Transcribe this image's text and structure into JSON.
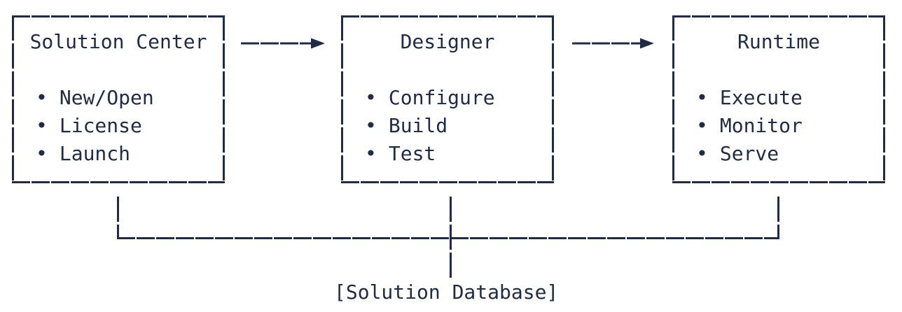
{
  "diagram": {
    "bullet": "•",
    "colors": {
      "ink": "#202c47",
      "background": "#ffffff"
    },
    "boxes": [
      {
        "title": "Solution Center",
        "items": [
          "New/Open",
          "License",
          "Launch"
        ]
      },
      {
        "title": "Designer",
        "items": [
          "Configure",
          "Build",
          "Test"
        ]
      },
      {
        "title": "Runtime",
        "items": [
          "Execute",
          "Monitor",
          "Serve"
        ]
      }
    ],
    "arrows": [
      {
        "from": "Solution Center",
        "to": "Designer"
      },
      {
        "from": "Designer",
        "to": "Runtime"
      }
    ],
    "bottom_label": "[Solution Database]"
  }
}
